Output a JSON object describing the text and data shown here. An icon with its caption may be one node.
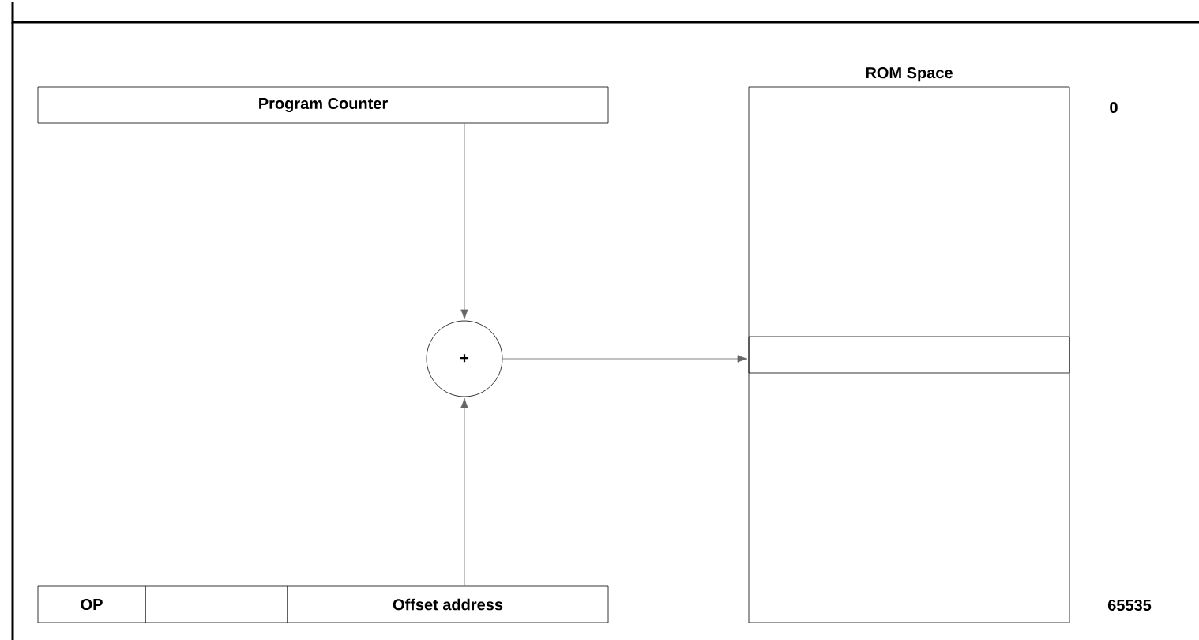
{
  "diagram": {
    "nodes": [
      {
        "text": [
          "Program Counter"
        ]
      },
      {
        "text": [
          "+"
        ]
      },
      {
        "text": [
          "ROM Space"
        ]
      },
      {
        "text": [],
        "shape": "box",
        "in": 2
      },
      {
        "text": [
          "OP"
        ]
      },
      {
        "text": [],
        "shape": "box"
      },
      {
        "text": [
          "Offset address"
        ]
      }
    ],
    "edges": [
      {
        "from": 0,
        "to": 1,
        "arrow": "to"
      },
      {
        "from": 6,
        "to": 1,
        "arrow": "to"
      },
      {
        "from": 1,
        "to": 3,
        "arrow": "to"
      }
    ],
    "labels": [
      "0",
      "65535"
    ]
  }
}
